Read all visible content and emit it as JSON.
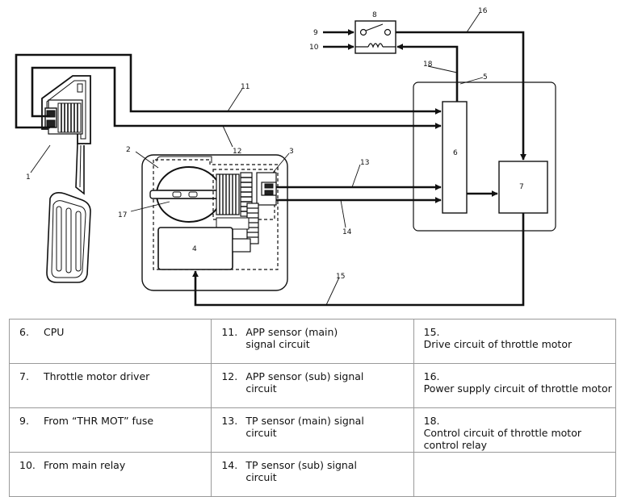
{
  "callouts": [
    "1",
    "2",
    "3",
    "4",
    "5",
    "6",
    "7",
    "8",
    "9",
    "10",
    "11",
    "12",
    "13",
    "14",
    "15",
    "16",
    "17",
    "18"
  ],
  "legend": [
    [
      {
        "num": "6.",
        "text": "CPU"
      },
      {
        "num": "11.",
        "text": "APP sensor (main) signal circuit"
      },
      {
        "num": "15.",
        "text": "Drive circuit of throttle motor"
      }
    ],
    [
      {
        "num": "7.",
        "text": "Throttle motor driver"
      },
      {
        "num": "12.",
        "text": "APP sensor (sub) signal circuit"
      },
      {
        "num": "16.",
        "text": "Power supply circuit of throttle motor"
      }
    ],
    [
      {
        "num": "9.",
        "text": "From “THR MOT” fuse"
      },
      {
        "num": "13.",
        "text": "TP sensor (main) signal circuit"
      },
      {
        "num": "18.",
        "text": "Control circuit of throttle motor control relay"
      }
    ],
    [
      {
        "num": "10.",
        "text": "From main relay"
      },
      {
        "num": "14.",
        "text": "TP sensor (sub) signal circuit"
      },
      {
        "num": "",
        "text": ""
      }
    ]
  ]
}
